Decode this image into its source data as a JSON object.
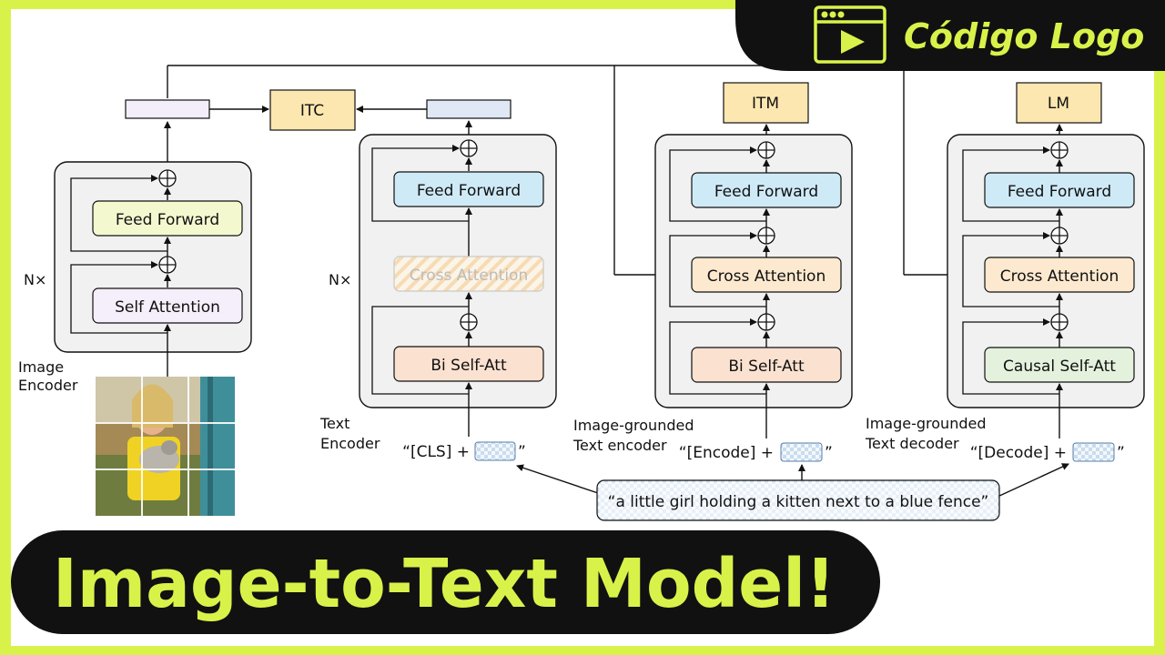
{
  "brand": {
    "name": "Código Logo",
    "icon": "video-player-icon",
    "accent_color": "#d9f24a",
    "badge_color": "#111111"
  },
  "headline": "Image-to-Text Model!",
  "diagram": {
    "image_encoder": {
      "caption_line1": "Image",
      "caption_line2": "Encoder",
      "repeat": "N×",
      "feed_forward": "Feed Forward",
      "self_attention": "Self Attention"
    },
    "text_encoder": {
      "caption_line1": "Text",
      "caption_line2": "Encoder",
      "repeat": "N×",
      "feed_forward": "Feed Forward",
      "cross_attention": "Cross Attention",
      "self_att": "Bi Self-Att",
      "input_prefix": "“[CLS] +",
      "input_suffix": "”"
    },
    "grounded_encoder": {
      "caption_line1": "Image-grounded",
      "caption_line2": "Text encoder",
      "head": "ITM",
      "feed_forward": "Feed Forward",
      "cross_attention": "Cross Attention",
      "self_att": "Bi Self-Att",
      "input_prefix": "“[Encode] +",
      "input_suffix": "”"
    },
    "grounded_decoder": {
      "caption_line1": "Image-grounded",
      "caption_line2": "Text decoder",
      "head": "LM",
      "feed_forward": "Feed Forward",
      "cross_attention": "Cross Attention",
      "self_att": "Causal Self-Att",
      "input_prefix": "“[Decode] +",
      "input_suffix": "”"
    },
    "itc": "ITC",
    "caption_text": "“a little girl holding a kitten next to a blue fence”"
  },
  "colors": {
    "feed_forward_image": "#f4f8cf",
    "feed_forward_text": "#cfeaf7",
    "self_attention_image": "#f5eefb",
    "bi_self_att": "#fbe1d0",
    "cross_attention": "#fde9cf",
    "causal_self_att": "#e4f2dd",
    "head_box": "#fde7b0",
    "module_bg": "#f1f1f1"
  }
}
